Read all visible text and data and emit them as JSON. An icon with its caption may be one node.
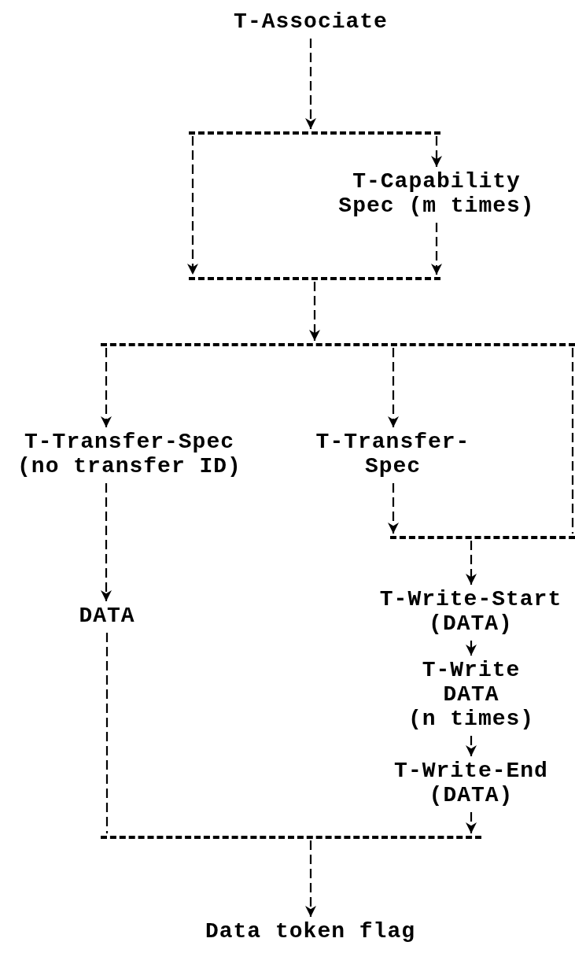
{
  "diagram": {
    "nodes": [
      {
        "text": [
          "T-Associate"
        ]
      },
      {
        "text": [],
        "shape": "bar"
      },
      {
        "text": [
          "T-Capability Spec (m times)"
        ]
      },
      {
        "text": [],
        "shape": "bar"
      },
      {
        "text": [],
        "shape": "bar"
      },
      {
        "text": [
          "T-Transfer-Spec (no transfer ID)"
        ]
      },
      {
        "text": [
          "T-Transfer- Spec"
        ]
      },
      {
        "text": [
          "DATA"
        ]
      },
      {
        "text": [],
        "shape": "bar"
      },
      {
        "text": [
          "T-Write-Start (DATA)"
        ]
      },
      {
        "text": [
          "T-Write DATA (n times)"
        ]
      },
      {
        "text": [
          "T-Write-End (DATA)"
        ]
      },
      {
        "text": [],
        "shape": "bar"
      },
      {
        "text": [
          "Data token flag"
        ]
      }
    ],
    "edges": [
      {
        "from": 0,
        "to": 1,
        "arrow": "to"
      },
      {
        "from": 1,
        "to": 3,
        "arrow": "to"
      },
      {
        "from": 1,
        "to": 2,
        "arrow": "to"
      },
      {
        "from": 2,
        "to": 3,
        "arrow": "to"
      },
      {
        "from": 3,
        "to": 4,
        "arrow": "to"
      },
      {
        "from": 4,
        "to": 5,
        "arrow": "to"
      },
      {
        "from": 4,
        "to": 6,
        "arrow": "to"
      },
      {
        "from": 4,
        "to": 8,
        "arrow": "none"
      },
      {
        "from": 5,
        "to": 7,
        "arrow": "to"
      },
      {
        "from": 6,
        "to": 8,
        "arrow": "to"
      },
      {
        "from": 7,
        "to": 12,
        "arrow": "none"
      },
      {
        "from": 8,
        "to": 9,
        "arrow": "to"
      },
      {
        "from": 9,
        "to": 10,
        "arrow": "to"
      },
      {
        "from": 10,
        "to": 11,
        "arrow": "to"
      },
      {
        "from": 11,
        "to": 12,
        "arrow": "to"
      },
      {
        "from": 12,
        "to": 13,
        "arrow": "to"
      }
    ]
  }
}
